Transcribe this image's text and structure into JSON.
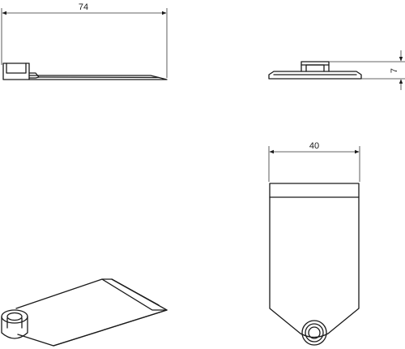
{
  "drawing": {
    "dimensions": {
      "overall_length": "74",
      "height": "7",
      "width": "40"
    }
  },
  "colors": {
    "line": "#1a1a1a",
    "background": "#ffffff"
  }
}
